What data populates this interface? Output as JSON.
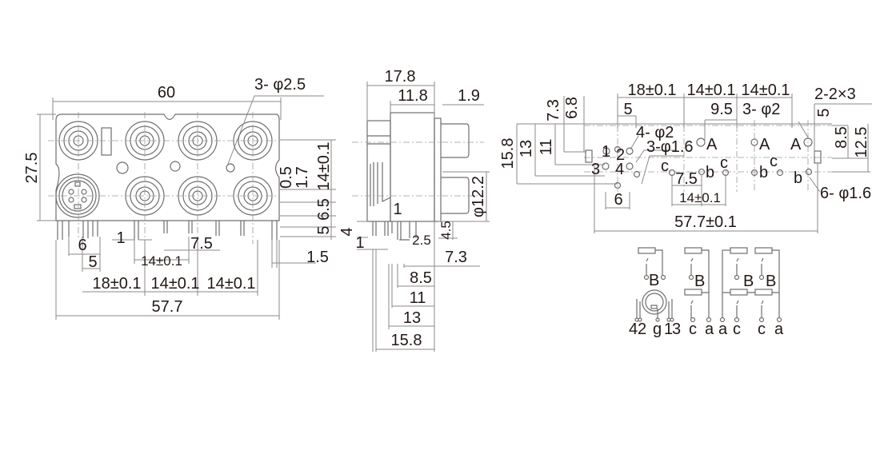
{
  "front_view": {
    "overall_width": "60",
    "hole_callout": "3- φ2.5",
    "height": "27.5",
    "right_dims": [
      "0.5",
      "1.7",
      "14±0.1",
      "6.5",
      "5"
    ],
    "bottom_dims": [
      "6",
      "1",
      "7.5",
      "5",
      "14±0.1",
      "1.5"
    ],
    "pitch_dims": [
      "18±0.1",
      "14±0.1",
      "14±0.1"
    ],
    "pin_span": "57.7"
  },
  "side_view": {
    "depth": "17.8",
    "body_depth": "11.8",
    "flange": "1.9",
    "jack_diameter": "φ12.2",
    "dims": [
      "1",
      "4",
      "1",
      "2.5",
      "4.5",
      "7.3",
      "8.5",
      "11",
      "13",
      "15.8"
    ]
  },
  "pcb_layout": {
    "pitch_dims": [
      "18±0.1",
      "14±0.1",
      "14±0.1"
    ],
    "slot_callout": "2-2×3",
    "left_dims": [
      "7.3",
      "6.8",
      "15.8",
      "13",
      "11"
    ],
    "top_dims": [
      "5",
      "9.5"
    ],
    "right_dims": [
      "5",
      "8.5",
      "12.5"
    ],
    "callouts": [
      "3- φ2",
      "4- φ2",
      "3-φ1.6",
      "6- φ1.6"
    ],
    "pin_labels": [
      "1",
      "2",
      "3",
      "4"
    ],
    "terminal_labels": [
      "A",
      "A",
      "A",
      "b",
      "b",
      "b",
      "c",
      "c",
      "c"
    ],
    "inner_dims": [
      "7.5",
      "6",
      "14±0.1"
    ],
    "total": "57.7±0.1"
  },
  "schematic": {
    "switch_labels": [
      "B",
      "B",
      "B",
      "B"
    ],
    "pin_labels": [
      "4",
      "2",
      "g",
      "1",
      "3",
      "c",
      "a",
      "a",
      "c",
      "c",
      "a"
    ]
  }
}
